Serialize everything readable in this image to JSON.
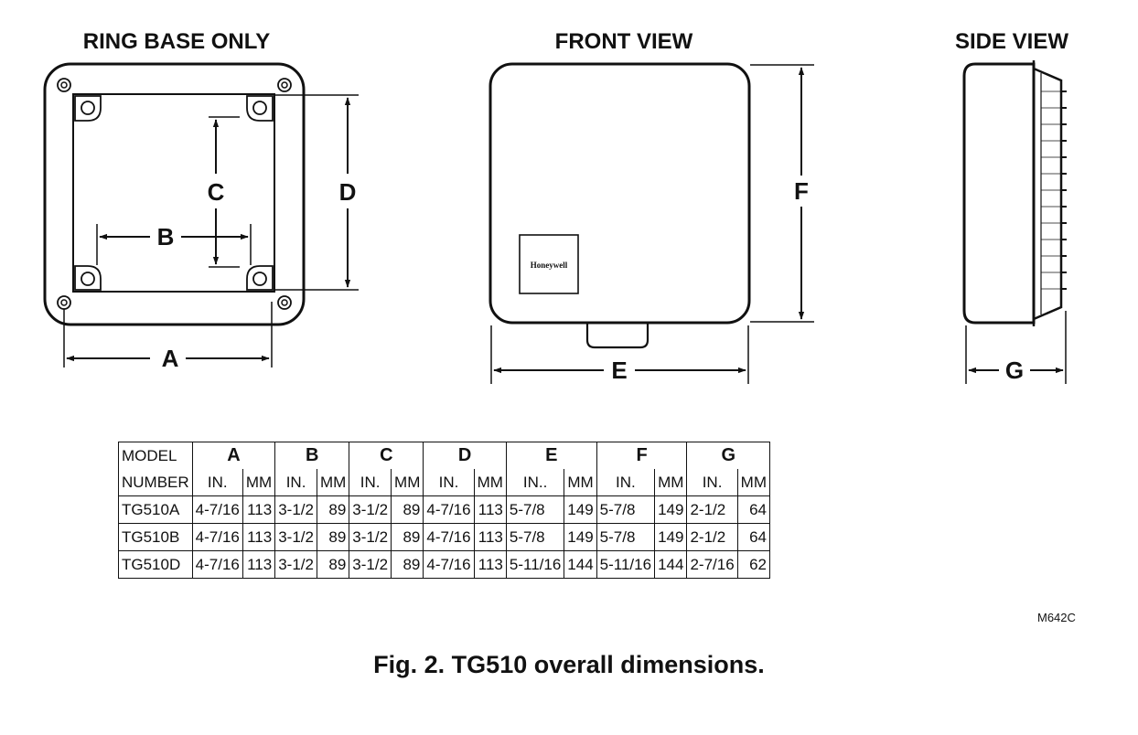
{
  "views": {
    "ring_base_title": "RING BASE ONLY",
    "front_title": "FRONT VIEW",
    "side_title": "SIDE VIEW"
  },
  "dimension_letters": {
    "a": "A",
    "b": "B",
    "c": "C",
    "d": "D",
    "e": "E",
    "f": "F",
    "g": "G"
  },
  "logo": "Honeywell",
  "table": {
    "model_header_1": "MODEL",
    "model_header_2": "NUMBER",
    "dimension_headers": [
      "A",
      "B",
      "C",
      "D",
      "E",
      "F",
      "G"
    ],
    "unit_headers": [
      [
        "IN.",
        "MM"
      ],
      [
        "IN.",
        "MM"
      ],
      [
        "IN.",
        "MM"
      ],
      [
        "IN.",
        "MM"
      ],
      [
        "IN..",
        "MM"
      ],
      [
        "IN.",
        "MM"
      ],
      [
        "IN.",
        "MM"
      ]
    ],
    "rows": [
      {
        "model": "TG510A",
        "cells": [
          [
            "4-7/16",
            "113"
          ],
          [
            "3-1/2",
            "89"
          ],
          [
            "3-1/2",
            "89"
          ],
          [
            "4-7/16",
            "113"
          ],
          [
            "5-7/8",
            "149"
          ],
          [
            "5-7/8",
            "149"
          ],
          [
            "2-1/2",
            "64"
          ]
        ]
      },
      {
        "model": "TG510B",
        "cells": [
          [
            "4-7/16",
            "113"
          ],
          [
            "3-1/2",
            "89"
          ],
          [
            "3-1/2",
            "89"
          ],
          [
            "4-7/16",
            "113"
          ],
          [
            "5-7/8",
            "149"
          ],
          [
            "5-7/8",
            "149"
          ],
          [
            "2-1/2",
            "64"
          ]
        ]
      },
      {
        "model": "TG510D",
        "cells": [
          [
            "4-7/16",
            "113"
          ],
          [
            "3-1/2",
            "89"
          ],
          [
            "3-1/2",
            "89"
          ],
          [
            "4-7/16",
            "113"
          ],
          [
            "5-11/16",
            "144"
          ],
          [
            "5-11/16",
            "144"
          ],
          [
            "2-7/16",
            "62"
          ]
        ]
      }
    ]
  },
  "drawing_number": "M642C",
  "caption": "Fig. 2. TG510 overall dimensions."
}
